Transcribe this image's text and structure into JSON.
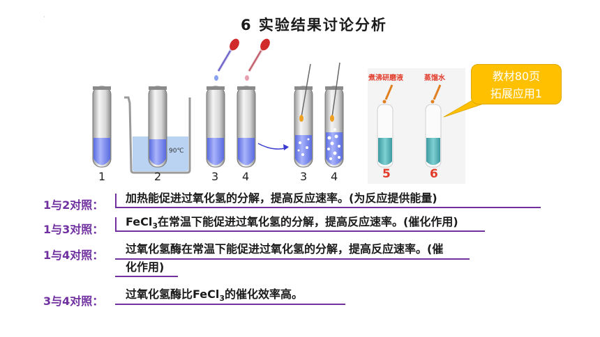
{
  "title": "6  实验结果讨论分析",
  "tube_numbers_left": [
    "1",
    "2",
    "3",
    "4"
  ],
  "tube_numbers_right": [
    "3",
    "4"
  ],
  "beaker_temp": "90℃",
  "photo": {
    "left_label": "煮沸研磨液",
    "right_label": "蒸馏水",
    "left_num": "5",
    "right_num": "6"
  },
  "callout": {
    "line1": "教材80页",
    "line2": "拓展应用1"
  },
  "rows": [
    {
      "label": "1与2对照：",
      "text": "加热能促进过氧化氢的分解，提高反应速率。(为反应提供能量)"
    },
    {
      "label": "1与3对照：",
      "pre": "FeCl",
      "sub": "3",
      "post": "在常温下能促进过氧化氢的分解，提高反应速率。(催化作用)"
    },
    {
      "label": "1与4对照：",
      "line1": "过氧化氢酶在常温下能促进过氧化氢的分解，提高反应速率。(催",
      "line2": "化作用)"
    },
    {
      "label": "3与4对照：",
      "pre": "过氧化氢酶比FeCl",
      "sub": "3",
      "post": "的催化效率高。"
    }
  ],
  "colors": {
    "accent_purple": "#7030a0",
    "callout_orange": "#ffc000",
    "liquid_blue": "#7e8ef0",
    "photo_red": "#e23b2b"
  }
}
